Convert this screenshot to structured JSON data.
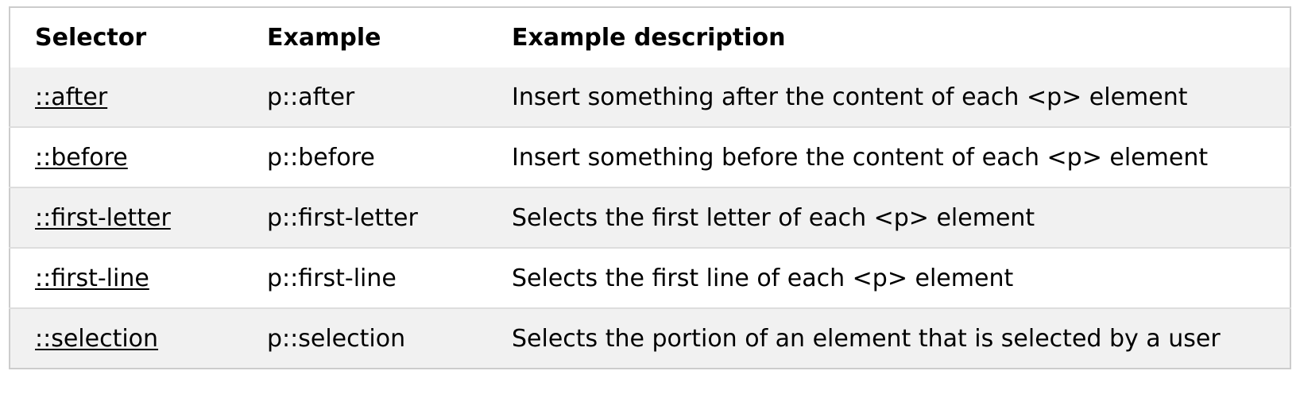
{
  "table": {
    "headers": [
      "Selector",
      "Example",
      "Example description"
    ],
    "rows": [
      {
        "selector": "::after",
        "example": "p::after",
        "description": "Insert something after the content of each <p> element"
      },
      {
        "selector": "::before",
        "example": "p::before",
        "description": "Insert something before the content of each <p> element"
      },
      {
        "selector": "::first-letter",
        "example": "p::first-letter",
        "description": "Selects the first letter of each <p> element"
      },
      {
        "selector": "::first-line",
        "example": "p::first-line",
        "description": "Selects the first line of each <p> element"
      },
      {
        "selector": "::selection",
        "example": "p::selection",
        "description": "Selects the portion of an element that is selected by a user"
      }
    ]
  },
  "colors": {
    "header_bg": "#ffffff",
    "stripe_bg": "#f1f1f1",
    "border": "#cccccc",
    "row_divider": "#dddddd"
  }
}
